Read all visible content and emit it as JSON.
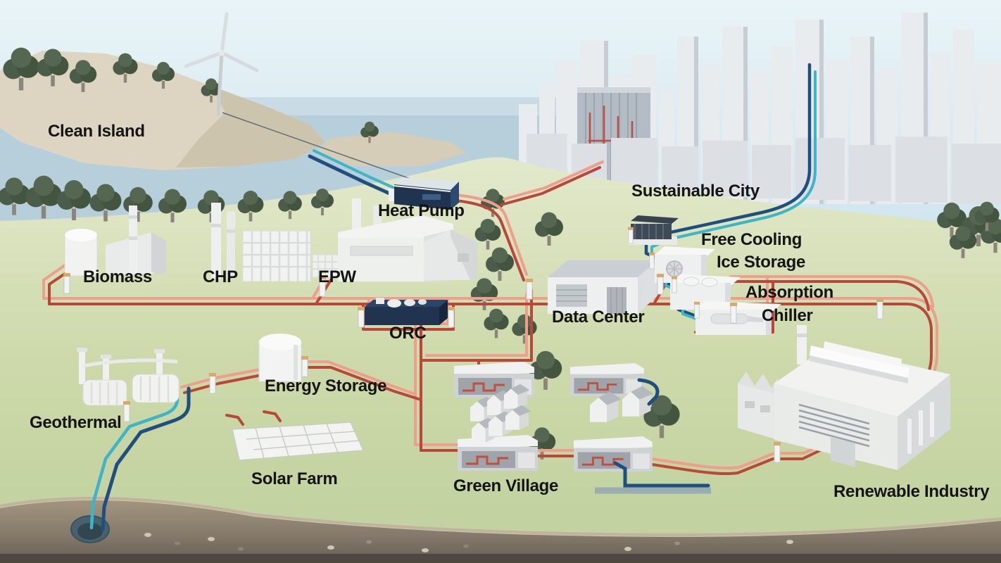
{
  "diagram_labels": {
    "clean_island": "Clean Island",
    "biomass": "Biomass",
    "chp": "CHP",
    "epw": "EPW",
    "heat_pump": "Heat Pump",
    "sustainable_city": "Sustainable City",
    "free_cooling": "Free Cooling",
    "ice_storage": "Ice Storage",
    "absorption_chiller": {
      "line1": "Absorption",
      "line2": "Chiller"
    },
    "data_center": "Data Center",
    "orc": "ORC",
    "energy_storage": "Energy Storage",
    "geothermal": "Geothermal",
    "solar_farm": "Solar Farm",
    "green_village": "Green Village",
    "renewable_industry": "Renewable Industry"
  },
  "colors": {
    "label_text": "#141414",
    "heat_supply": "#b9483a",
    "heat_return": "#ec9f8c",
    "cooling_warm": "#3eb5c7",
    "cooling_cold": "#1f4f7e",
    "sky": "#dfeef4",
    "sea": "#b7cedb",
    "grass": "#ccd8a9",
    "earth": "#8b7f70",
    "building_white": "#f0f1ef",
    "unit_navy": "#20344f"
  }
}
